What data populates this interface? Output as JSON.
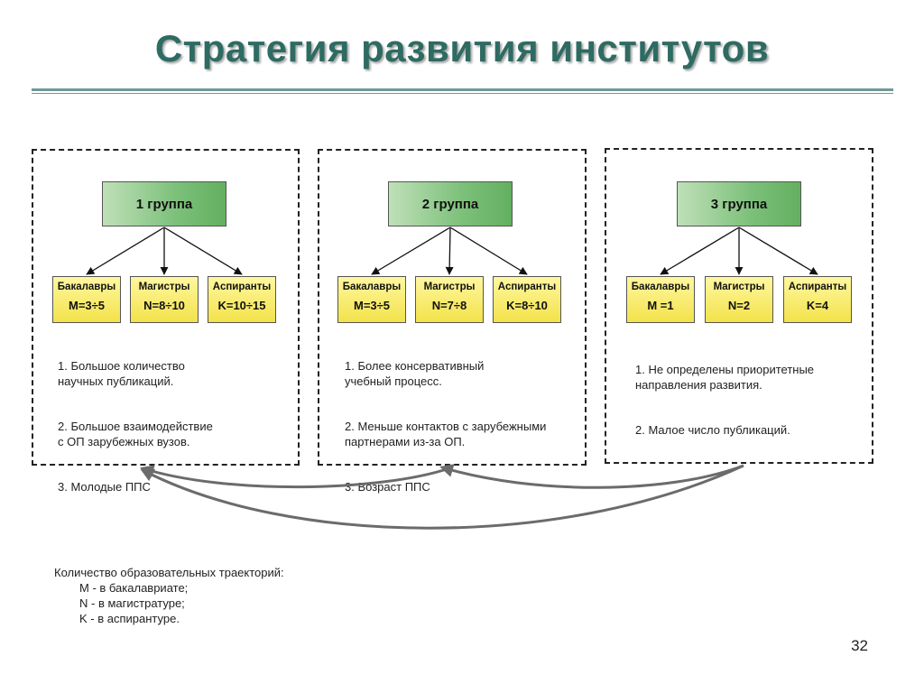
{
  "title": "Стратегия развития институтов",
  "groups": [
    {
      "name": "1 группа",
      "subs": [
        {
          "label": "Бакалавры",
          "value": "M=3÷5"
        },
        {
          "label": "Магистры",
          "value": "N=8÷10"
        },
        {
          "label": "Аспиранты",
          "value": "K=10÷15"
        }
      ],
      "notes": [
        "1. Большое количество\nнаучных публикаций.",
        "2. Большое взаимодействие\nс ОП зарубежных вузов.",
        "3. Молодые ППС"
      ]
    },
    {
      "name": "2 группа",
      "subs": [
        {
          "label": "Бакалавры",
          "value": "M=3÷5"
        },
        {
          "label": "Магистры",
          "value": "N=7÷8"
        },
        {
          "label": "Аспиранты",
          "value": "K=8÷10"
        }
      ],
      "notes": [
        "1. Более консервативный\nучебный процесс.",
        "2. Меньше контактов с зарубежными\nпартнерами из-за ОП.",
        "3. Возраст ППС"
      ]
    },
    {
      "name": "3 группа",
      "subs": [
        {
          "label": "Бакалавры",
          "value": "M =1"
        },
        {
          "label": "Магистры",
          "value": "N=2"
        },
        {
          "label": "Аспиранты",
          "value": "K=4"
        }
      ],
      "notes": [
        "1. Не определены приоритетные\nнаправления развития.",
        "2. Малое число публикаций."
      ]
    }
  ],
  "legend": {
    "heading": "Количество образовательных траекторий:",
    "items": [
      "M - в бакалавриате;",
      "N - в магистратуре;",
      "K - в аспирантуре."
    ]
  },
  "page_number": "32",
  "colors": {
    "title": "#2e6b62",
    "group_fill": "#7cc07a",
    "sub_fill": "#f3e24a",
    "arrow": "#6b6b6b"
  }
}
